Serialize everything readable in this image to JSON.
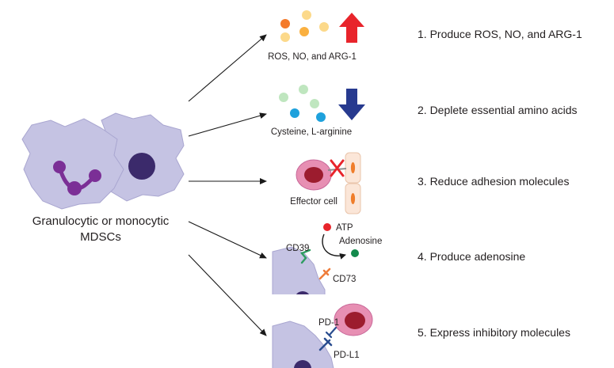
{
  "source_cells": {
    "label_line1": "Granulocytic or monocytic",
    "label_line2": "MDSCs"
  },
  "mechanisms": [
    {
      "step": "1. Produce ROS, NO, and ARG-1",
      "illustration_label": "ROS, NO, and ARG-1",
      "direction": "increase"
    },
    {
      "step": "2. Deplete essential amino acids",
      "illustration_label": "Cysteine, L-arginine",
      "direction": "decrease"
    },
    {
      "step": "3. Reduce adhesion molecules",
      "illustration_label": "Effector cell"
    },
    {
      "step": "4. Produce adenosine",
      "labels": {
        "atp": "ATP",
        "adenosine": "Adenosine",
        "cd39": "CD39",
        "cd73": "CD73"
      }
    },
    {
      "step": "5. Express inhibitory molecules",
      "labels": {
        "pd1": "PD-1",
        "pdl1": "PD-L1"
      }
    }
  ],
  "colors": {
    "mdsc_cell": "#c5c3e3",
    "mdsc_nucleus": "#3b2a6b",
    "granule_nucleus": "#7b2f96",
    "arrow_up": "#e8242b",
    "arrow_down": "#273a8f",
    "effector_cell": "#e78fb3",
    "effector_nucleus": "#9c1c2e",
    "endothelium": "#fbe6d8",
    "endothelium_nucleus": "#ef7d2b",
    "block_x": "#e8242b",
    "atp": "#e8242b",
    "adenosine": "#138a4c",
    "cd39": "#2e9c61",
    "cd73": "#ef7d3b",
    "pdl1": "#2a4d8f"
  },
  "icons": [
    "up-arrow-icon",
    "down-arrow-icon",
    "block-x-icon",
    "circular-arrow-icon"
  ]
}
